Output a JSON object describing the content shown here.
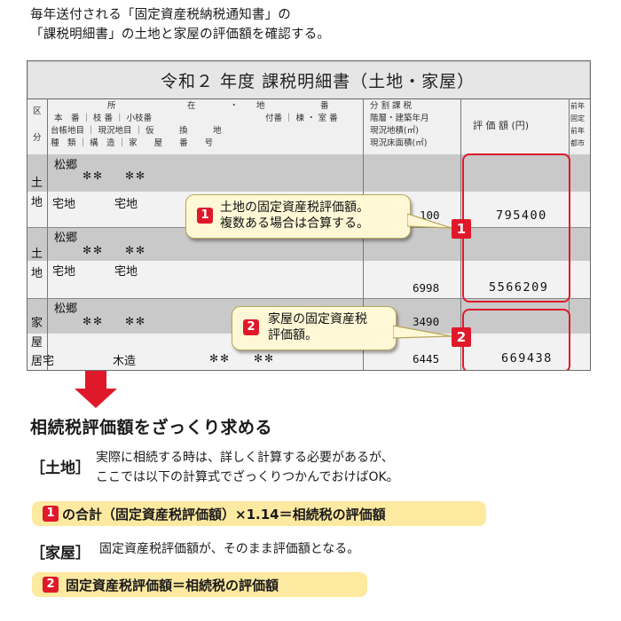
{
  "intro": {
    "line1": "毎年送付される「固定資産税納税通知書」の",
    "line2": "「課税明細書」の土地と家屋の評価額を確認する。"
  },
  "form": {
    "title": "令和２ 年度  課税明細書（土地・家屋）",
    "header": {
      "col_kubun_top": "区",
      "col_kubun_bottom": "分",
      "col_r1": [
        "所",
        "在",
        "・",
        "地",
        "番"
      ],
      "col_r2": "本　番 ｜ 枝 番 ｜ 小枝番",
      "col_r2b": "付番 ｜ 棟 ・ 室 番",
      "col_r3": "台帳地目 ｜ 現況地目 ｜ 仮　　　換　　　地",
      "col_r4": "種　類 ｜ 構　造 ｜ 家　　屋　　番　　号",
      "col_area1": "分 割 課 税",
      "col_area2": "階層・建築年月",
      "col_area3": "現況地積(㎡)",
      "col_area4": "現況床面積(㎡)",
      "col_value": "評 価 額 (円)",
      "col_right1": "前年",
      "col_right2": "固定",
      "col_right3": "前年",
      "col_right4": "都市"
    },
    "rows": [
      {
        "kubun_top": "土",
        "kubun_bottom": "地",
        "location": "松郷",
        "mask1": "✻✻",
        "mask2": "✻✻",
        "chimoku1": "宅地",
        "chimoku2": "宅地",
        "area": "100",
        "value": "795400"
      },
      {
        "kubun_top": "土",
        "kubun_bottom": "地",
        "location": "松郷",
        "mask1": "✻✻",
        "mask2": "✻✻",
        "chimoku1": "宅地",
        "chimoku2": "宅地",
        "area": "6998",
        "value": "5566209"
      },
      {
        "kubun_top": "家",
        "kubun_bottom": "屋",
        "location": "松郷",
        "mask1": "✻✻",
        "mask2": "✻✻",
        "chimoku1": "居宅",
        "chimoku2": "木造",
        "mask3": "✻✻",
        "mask4": "✻✻",
        "area_top": "3490",
        "area": "6445",
        "value": "669438"
      }
    ],
    "callout1": {
      "badge": "1",
      "line1": "土地の固定資産税評価額。",
      "line2": "複数ある場合は合算する。"
    },
    "callout2": {
      "badge": "2",
      "line1": "家屋の固定資産税",
      "line2": "評価額。"
    },
    "marker1": "1",
    "marker2": "2"
  },
  "section": {
    "heading": "相続税評価額をざっくり求める",
    "land": {
      "label": "［土地］",
      "text1": "実際に相続する時は、詳しく計算する必要があるが、",
      "text2": "ここでは以下の計算式でざっくりつかんでおけばOK。",
      "formula_badge": "1",
      "formula": "の合計（固定資産税評価額）×1.14＝相続税の評価額"
    },
    "house": {
      "label": "［家屋］",
      "text": "固定資産税評価額が、そのまま評価額となる。",
      "formula_badge": "2",
      "formula": "固定資産税評価額＝相続税の評価額"
    }
  },
  "colors": {
    "accent_red": "#e0192a",
    "pill_yellow": "#fde9a0",
    "callout_bg": "#fff8d6"
  }
}
